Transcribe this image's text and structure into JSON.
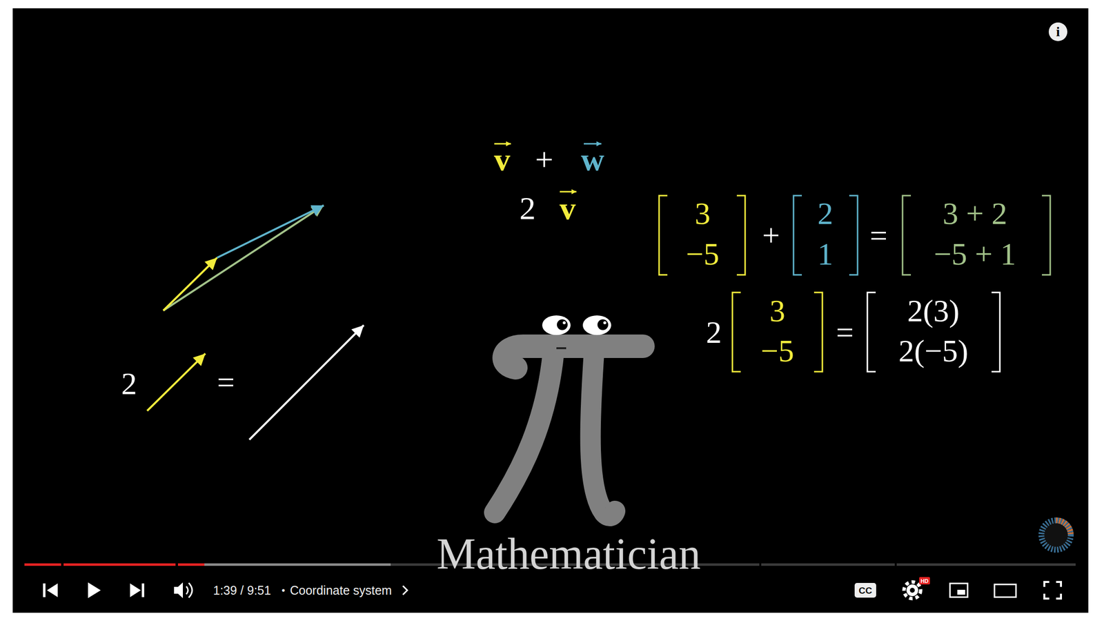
{
  "diagram": {
    "labels": [
      "i",
      "v",
      "+",
      "w",
      "2",
      "v",
      "3",
      "−5",
      "+",
      "2",
      "1",
      "=",
      "3 + 2",
      "−5 + 1",
      "2",
      "3",
      "−5",
      "=",
      "2(3)",
      "2(−5)",
      "2",
      "=",
      "Mathematician",
      "1:39 / 9:51",
      "•",
      "Coordinate system",
      "CC",
      "HD"
    ]
  }
}
